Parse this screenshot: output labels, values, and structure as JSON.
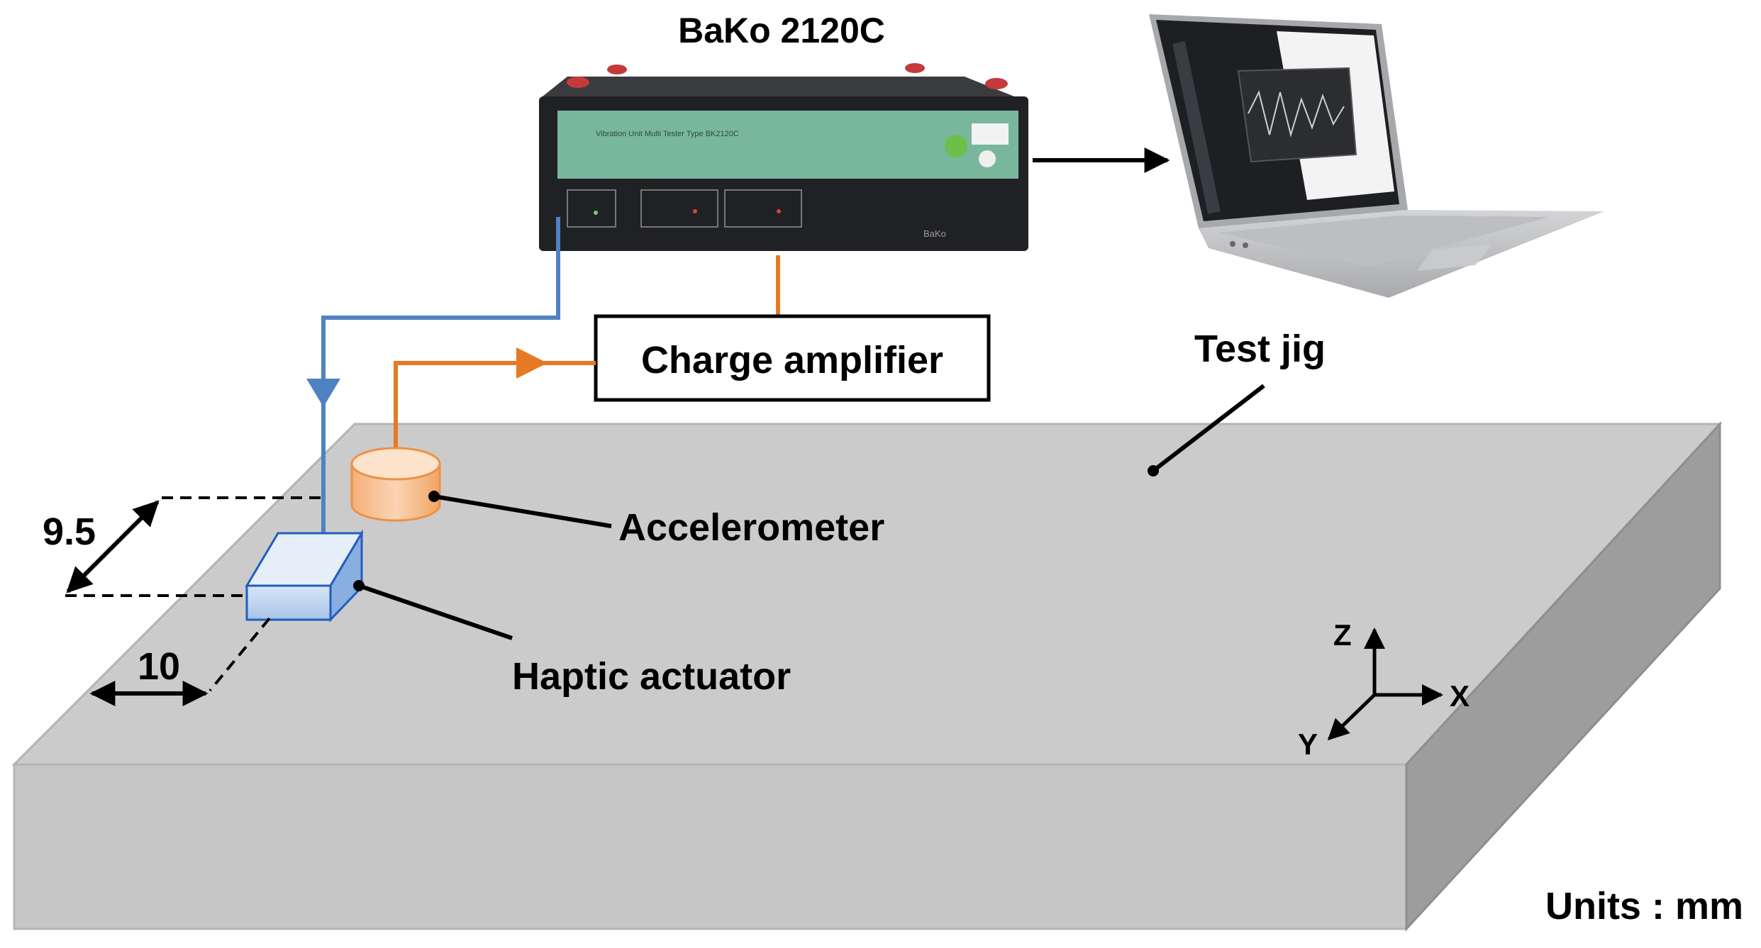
{
  "labels": {
    "device_title": "BaKo 2120C",
    "charge_amplifier": "Charge amplifier",
    "test_jig": "Test jig",
    "accelerometer": "Accelerometer",
    "haptic_actuator": "Haptic actuator",
    "dim_depth": "9.5",
    "dim_width": "10",
    "units": "Units : mm",
    "axis_x": "X",
    "axis_y": "Y",
    "axis_z": "Z"
  },
  "device_panel": {
    "title_strip": "Vibration Unit Multi Tester Type BK2120C",
    "brand": "BaKo"
  },
  "colors": {
    "jig_top": "#cbcbcb",
    "jig_front": "#c6c6c6",
    "jig_side": "#9d9d9d",
    "jig_edge": "#b4b4b4",
    "signal_blue": "#4f82c2",
    "signal_orange": "#e57a22",
    "accelerometer_fill": "#f6c196",
    "actuator_fill": "#bcd2ee",
    "device_body": "#202124",
    "device_panel": "#79b79c",
    "laptop_body": "#c2c3c5",
    "laptop_screen": "#1e1f22"
  },
  "icons": {
    "device": "vibration-tester-device",
    "computer": "laptop-icon",
    "sensor": "accelerometer-cylinder",
    "actuator": "actuator-cube"
  }
}
